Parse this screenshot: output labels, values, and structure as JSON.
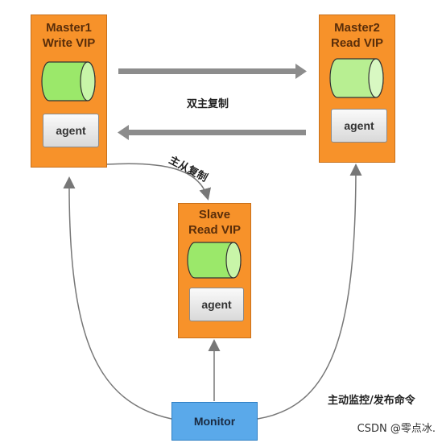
{
  "master1": {
    "line1": "Master1",
    "line2": "Write VIP",
    "agent": "agent"
  },
  "master2": {
    "line1": "Master2",
    "line2": "Read VIP",
    "agent": "agent"
  },
  "slave": {
    "line1": "Slave",
    "line2": "Read VIP",
    "agent": "agent"
  },
  "monitor": {
    "label": "Monitor"
  },
  "labels": {
    "dual_master_replication": "双主复制",
    "master_slave_replication": "主从复制",
    "active_monitoring": "主动监控/发布命令"
  },
  "watermark": "CSDN @零点冰.",
  "colors": {
    "node_fill": "#f7922a",
    "db_fill": "#9be86a",
    "monitor_fill": "#5aa9ea",
    "arrow_gray": "#8c8c8c"
  }
}
